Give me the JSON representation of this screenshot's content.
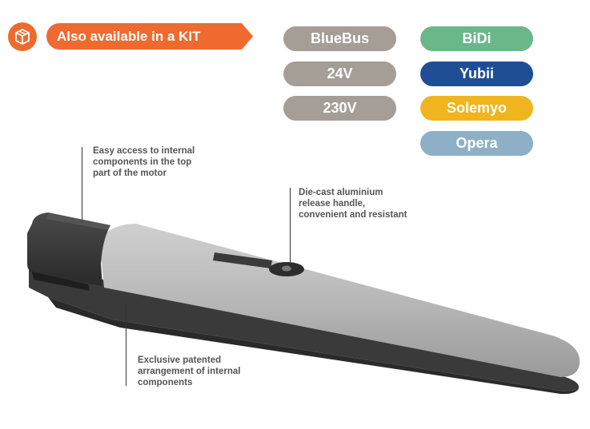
{
  "kit_banner": {
    "label": "Also available in a KIT",
    "icon": "box-icon",
    "color": "#ee6a2f"
  },
  "tags": [
    {
      "label": "BlueBus",
      "color": "#a59e96"
    },
    {
      "label": "24V",
      "color": "#a59e96"
    },
    {
      "label": "230V",
      "color": "#a59e96"
    },
    {
      "label": "BiDi",
      "color": "#6ab78a"
    },
    {
      "label": "Yubii",
      "color": "#1f4e95"
    },
    {
      "label": "Solemyo",
      "color": "#f0b51e"
    },
    {
      "label": "Opera",
      "color": "#8eb0c6"
    }
  ],
  "callouts": {
    "top_access": "Easy access to internal\ncomponents in the top\npart of the motor",
    "release_handle": "Die-cast aluminium\nrelease handle,\nconvenient and resistant",
    "patented": "Exclusive patented\narrangement of internal\ncomponents"
  }
}
